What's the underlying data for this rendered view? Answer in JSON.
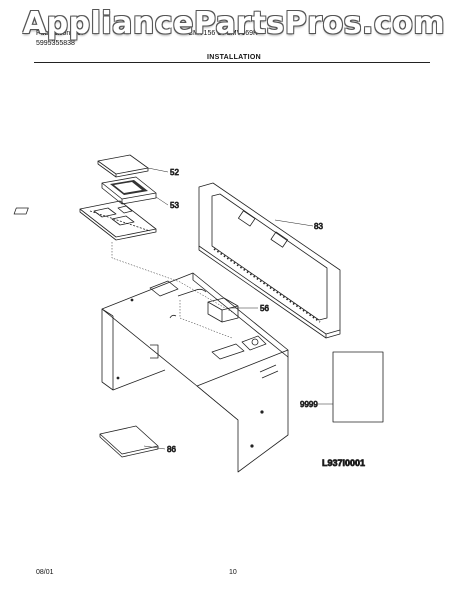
{
  "watermark": "AppliancePartsPros.com",
  "header": {
    "left_line1": "Publication No.",
    "left_line2": "5995355838",
    "center": "CMV156 CPLMV169K",
    "section_title": "INSTALLATION"
  },
  "diagram": {
    "callouts": [
      "52",
      "53",
      "83",
      "56",
      "9999",
      "86"
    ],
    "code": "L937I0001"
  },
  "footer": {
    "date": "08/01",
    "page_number": "10"
  }
}
